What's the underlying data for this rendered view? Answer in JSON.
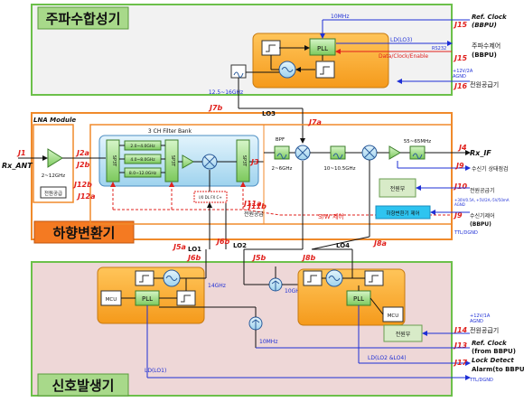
{
  "sections": {
    "freq_synth": "주파수합성기",
    "downconv": "하향변환기",
    "signal_gen": "신호발생기"
  },
  "lna": {
    "title": "LNA Module",
    "range": "2~12GHz",
    "power": "전원공급"
  },
  "filter_bank": {
    "title": "3 CH Filter Bank",
    "bands": [
      "2.0~4.0GHz",
      "4.0~8.0GHz",
      "8.0~12.0GHz"
    ],
    "sp3t_left": "SP3T",
    "sp3t_mid": "SP3T",
    "sp3t_right": "SP3T",
    "dsa": "I/0 DL FX C+"
  },
  "if_chain": {
    "bpf": "BPF",
    "bpf_range": "2~6GHz",
    "mid_range": "10~10.5GHz",
    "if_range": "55~65MHz",
    "power_unit": "전원부",
    "dc_control": "하향변환기 제어"
  },
  "synth": {
    "ref_10m": "10MHz",
    "pll": "PLL",
    "ld_lo3": "LD(LO3)",
    "rs232": "RS232",
    "data_clk": "Data/Clock/Enable",
    "filter_range": "12.5~16GHz",
    "power_spec": "+12V/2A\nAGND"
  },
  "siggen": {
    "mcu": "MCU",
    "pll": "PLL",
    "f14": "14GHz",
    "f10g": "10GHz",
    "f10m": "10MHz",
    "ld_lo2_lo4": "LD(LO2 &LO4)",
    "ld_lo1": "LD(LO1)",
    "power_unit": "전원부",
    "power_spec": "+12V/1A\nAGND"
  },
  "lo_labels": {
    "lo1": "LO1",
    "lo2": "LO2",
    "lo3": "LO3",
    "lo4": "LO4"
  },
  "connectors": {
    "J1": "J1",
    "J2a": "J2a",
    "J2b": "J2b",
    "J12b": "J12b",
    "J12a": "J12a",
    "J3": "J3",
    "J4": "J4",
    "J5a": "J5a",
    "J5b": "J5b",
    "J6b": "J6b",
    "J7a": "J7a",
    "J7b": "J7b",
    "J8a": "J8a",
    "J8b": "J8b",
    "J9a": "J9",
    "J9b": "J9",
    "J10": "J10",
    "J11a": "J11a",
    "J11b": "J11b",
    "J13": "J13",
    "J14": "J14",
    "J15a": "J15",
    "J15b": "J15",
    "J16": "J16",
    "J17": "J17"
  },
  "external": {
    "rx_ant": "Rx_ANT",
    "rx_if": "Rx_IF",
    "ref_clock_top_1": "Ref. Clock",
    "ref_clock_top_2": "(BBPU)",
    "freq_ctrl_1": "주파수제어",
    "freq_ctrl_2": "(BBPU)",
    "power_supply": "전원공급기",
    "rx_status": "수신기 상태점검",
    "power_supply2": "전원공급기",
    "power_spec2": "+30V/0.5A, +5V/2A,-5V/50mA\nAGND",
    "rx_control": "수신기제어",
    "rx_control_2": "(BBPU)",
    "ttl_dgnd": "TTL/DGND",
    "sw_control": "S/W 제어",
    "power_label": "전원공급",
    "power_supply3": "전원공급기",
    "ref_clock_bot_1": "Ref. Clock",
    "ref_clock_bot_2": "(from BBPU)",
    "lock_detect_1": "Lock Detect",
    "lock_detect_2": "Alarm(to BBPU)",
    "ttl_dgnd2": "TTL/DGND"
  },
  "colors": {
    "synth_bg": "#f2f2f2",
    "synth_border": "#6cc04a",
    "downconv_border": "#f08a2b",
    "siggen_bg": "#eed7d7",
    "siggen_border": "#6cc04a",
    "module_orange": "#f5a623",
    "filter_blue": "#bfe3f5",
    "green_box": "#8ed16f",
    "tab_orange": "#f47a22",
    "tab_green": "#a8d98a",
    "cyan": "#2ec4f0",
    "power_box": "#d8ebc8"
  }
}
